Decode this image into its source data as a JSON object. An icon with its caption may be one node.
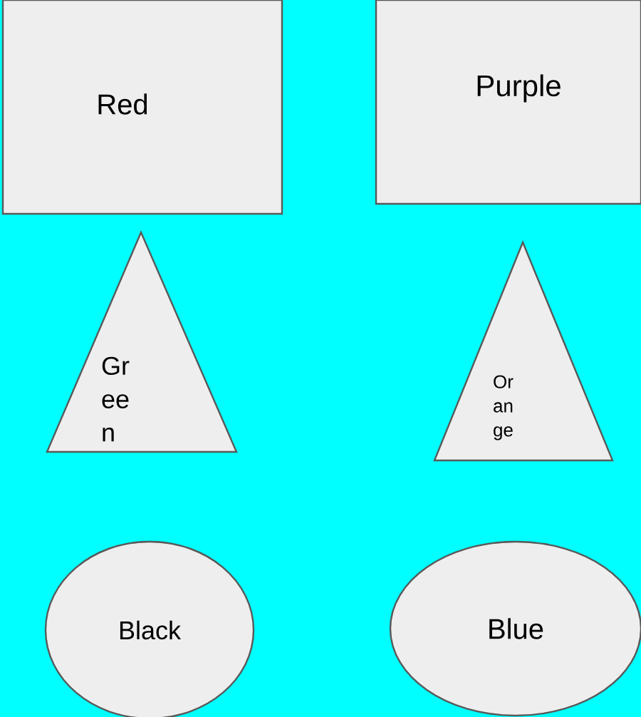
{
  "diagram": {
    "nodes": [
      {
        "text": [
          "Red"
        ]
      },
      {
        "text": [
          "Purple"
        ]
      },
      {
        "text": [
          "Gr ee n"
        ]
      },
      {
        "text": [
          "Or an ge"
        ]
      },
      {
        "text": [
          "Black"
        ]
      },
      {
        "text": [
          "Blue"
        ]
      }
    ]
  }
}
